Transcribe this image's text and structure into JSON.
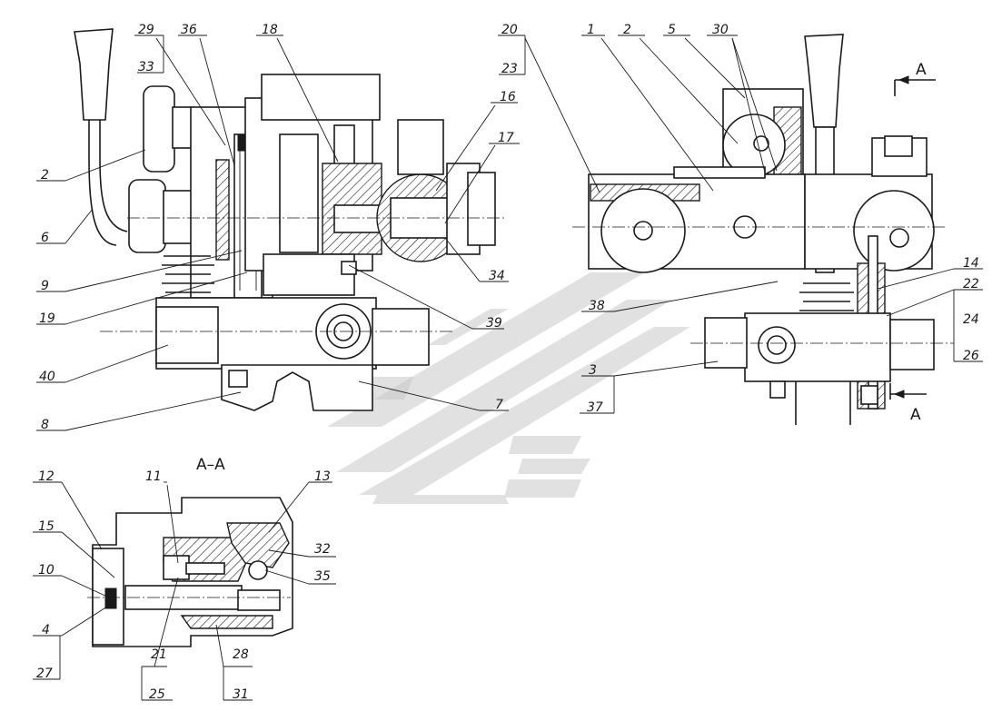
{
  "section_title": "A–A",
  "view_marker": "A",
  "callouts": [
    "29",
    "33",
    "36",
    "18",
    "16",
    "17",
    "2",
    "6",
    "9",
    "19",
    "40",
    "8",
    "39",
    "34",
    "7",
    "20",
    "23",
    "1",
    "2",
    "5",
    "30",
    "38",
    "14",
    "22",
    "24",
    "26",
    "3",
    "37",
    "12",
    "11",
    "13",
    "15",
    "10",
    "4",
    "27",
    "21",
    "25",
    "28",
    "31",
    "32",
    "35"
  ]
}
